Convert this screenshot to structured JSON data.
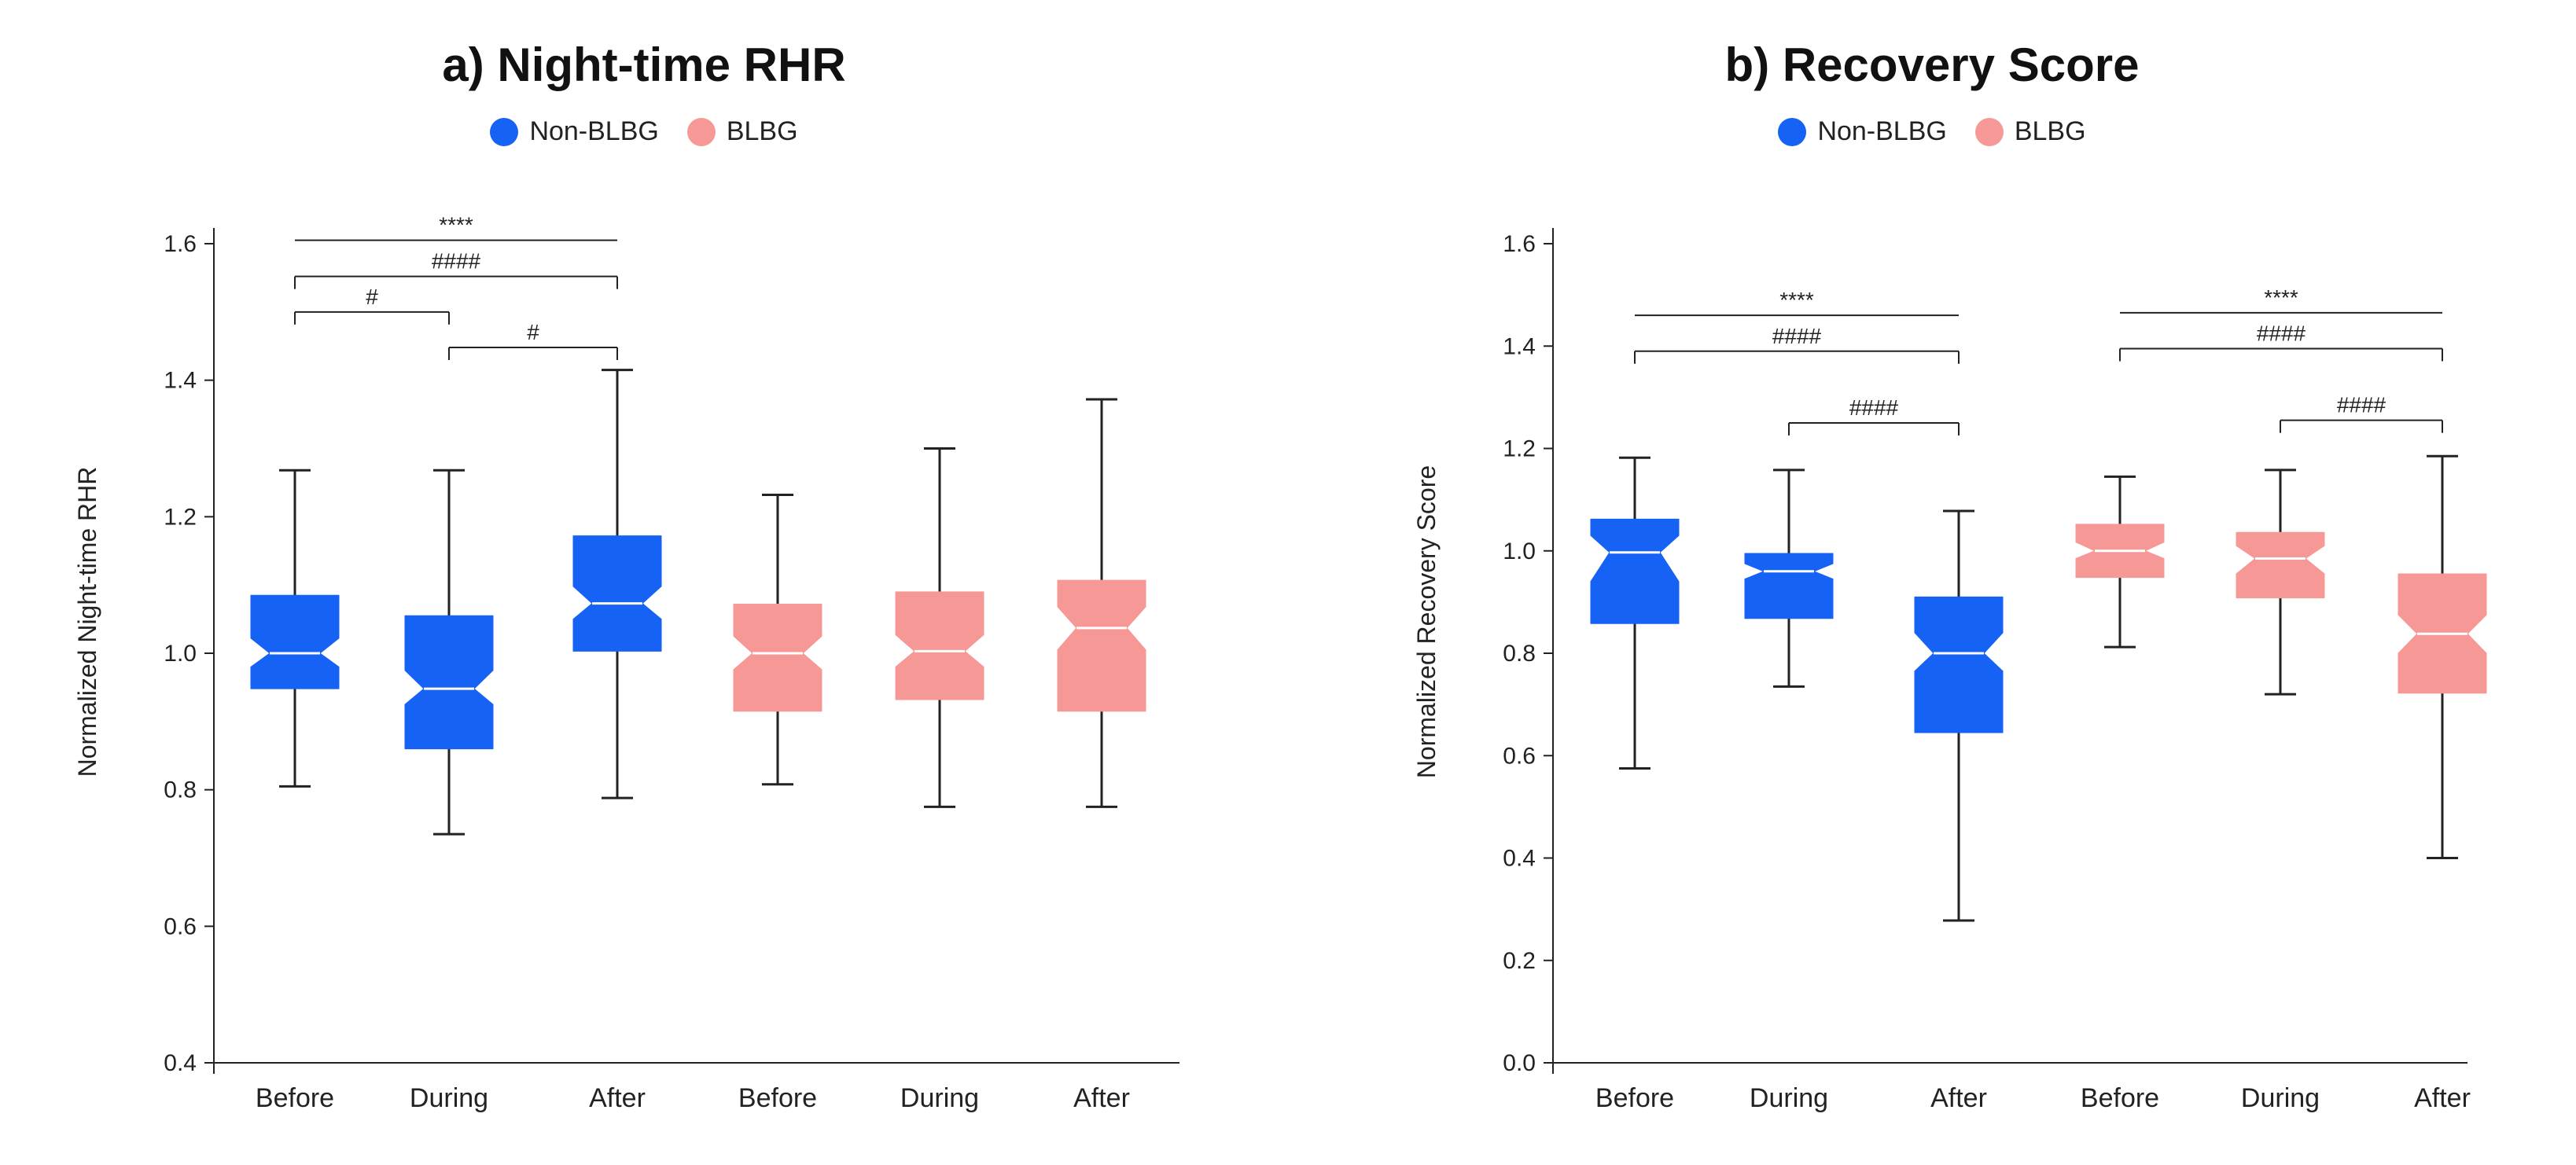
{
  "colors": {
    "nonblbg": "#1662F5",
    "blbg": "#F69895",
    "axis": "#222222",
    "median": "#ffffff"
  },
  "chart_data": [
    {
      "type": "boxplot",
      "title": "a) Night-time RHR",
      "ylabel": "Normalized Night-time RHR",
      "xlabel": "",
      "ylim": [
        0.4,
        1.6
      ],
      "yticks": [
        "0.4",
        "0.6",
        "0.8",
        "1.0",
        "1.2",
        "1.4",
        "1.6"
      ],
      "legend": [
        {
          "label": "Non-BLBG",
          "color": "#1662F5"
        },
        {
          "label": "BLBG",
          "color": "#F69895"
        }
      ],
      "legend_placement": "top-center",
      "grid": false,
      "categories": [
        "Before",
        "During",
        "After",
        "Before",
        "During",
        "After"
      ],
      "boxes": [
        {
          "group": "Non-BLBG",
          "whisker_low": 0.805,
          "q1": 0.948,
          "median": 1.0,
          "q3": 1.085,
          "whisker_high": 1.268,
          "notch_low": 0.98,
          "notch_high": 1.022
        },
        {
          "group": "Non-BLBG",
          "whisker_low": 0.735,
          "q1": 0.86,
          "median": 0.948,
          "q3": 1.055,
          "whisker_high": 1.268,
          "notch_low": 0.925,
          "notch_high": 0.975
        },
        {
          "group": "Non-BLBG",
          "whisker_low": 0.788,
          "q1": 1.003,
          "median": 1.073,
          "q3": 1.172,
          "whisker_high": 1.415,
          "notch_low": 1.05,
          "notch_high": 1.098
        },
        {
          "group": "BLBG",
          "whisker_low": 0.808,
          "q1": 0.915,
          "median": 1.0,
          "q3": 1.072,
          "whisker_high": 1.232,
          "notch_low": 0.976,
          "notch_high": 1.025
        },
        {
          "group": "BLBG",
          "whisker_low": 0.775,
          "q1": 0.932,
          "median": 1.003,
          "q3": 1.09,
          "whisker_high": 1.3,
          "notch_low": 0.98,
          "notch_high": 1.027
        },
        {
          "group": "BLBG",
          "whisker_low": 0.775,
          "q1": 0.915,
          "median": 1.037,
          "q3": 1.107,
          "whisker_high": 1.372,
          "notch_low": 1.005,
          "notch_high": 1.068
        }
      ],
      "annotations": [
        {
          "label": "****",
          "from": 0,
          "to": 2,
          "y": 1.605,
          "ticks": false
        },
        {
          "label": "####",
          "from": 0,
          "to": 2,
          "y": 1.552,
          "ticks": true
        },
        {
          "label": "#",
          "from": 0,
          "to": 1,
          "y": 1.5,
          "ticks": true
        },
        {
          "label": "#",
          "from": 1,
          "to": 2,
          "y": 1.448,
          "ticks": true
        }
      ]
    },
    {
      "type": "boxplot",
      "title": "b) Recovery Score",
      "ylabel": "Normalized Recovery Score",
      "xlabel": "",
      "ylim": [
        0.0,
        1.6
      ],
      "yticks": [
        "0.0",
        "0.2",
        "0.4",
        "0.6",
        "0.8",
        "1.0",
        "1.2",
        "1.4",
        "1.6"
      ],
      "legend": [
        {
          "label": "Non-BLBG",
          "color": "#1662F5"
        },
        {
          "label": "BLBG",
          "color": "#F69895"
        }
      ],
      "legend_placement": "top-center",
      "grid": false,
      "categories": [
        "Before",
        "During",
        "After",
        "Before",
        "During",
        "After"
      ],
      "boxes": [
        {
          "group": "Non-BLBG",
          "whisker_low": 0.575,
          "q1": 0.858,
          "median": 0.997,
          "q3": 1.062,
          "whisker_high": 1.182,
          "notch_low": 0.94,
          "notch_high": 1.03
        },
        {
          "group": "Non-BLBG",
          "whisker_low": 0.735,
          "q1": 0.868,
          "median": 0.96,
          "q3": 0.995,
          "whisker_high": 1.158,
          "notch_low": 0.945,
          "notch_high": 0.975
        },
        {
          "group": "Non-BLBG",
          "whisker_low": 0.278,
          "q1": 0.645,
          "median": 0.8,
          "q3": 0.91,
          "whisker_high": 1.078,
          "notch_low": 0.765,
          "notch_high": 0.84
        },
        {
          "group": "BLBG",
          "whisker_low": 0.812,
          "q1": 0.948,
          "median": 1.0,
          "q3": 1.052,
          "whisker_high": 1.145,
          "notch_low": 0.985,
          "notch_high": 1.017
        },
        {
          "group": "BLBG",
          "whisker_low": 0.72,
          "q1": 0.908,
          "median": 0.985,
          "q3": 1.036,
          "whisker_high": 1.158,
          "notch_low": 0.955,
          "notch_high": 1.01
        },
        {
          "group": "BLBG",
          "whisker_low": 0.4,
          "q1": 0.722,
          "median": 0.838,
          "q3": 0.955,
          "whisker_high": 1.185,
          "notch_low": 0.8,
          "notch_high": 0.875
        }
      ],
      "annotations": [
        {
          "label": "****",
          "from": 0,
          "to": 2,
          "y": 1.46,
          "ticks": false
        },
        {
          "label": "####",
          "from": 0,
          "to": 2,
          "y": 1.39,
          "ticks": true
        },
        {
          "label": "####",
          "from": 1,
          "to": 2,
          "y": 1.25,
          "ticks": true
        },
        {
          "label": "****",
          "from": 3,
          "to": 5,
          "y": 1.465,
          "ticks": false
        },
        {
          "label": "####",
          "from": 3,
          "to": 5,
          "y": 1.395,
          "ticks": true
        },
        {
          "label": "####",
          "from": 4,
          "to": 5,
          "y": 1.255,
          "ticks": true
        }
      ]
    }
  ]
}
